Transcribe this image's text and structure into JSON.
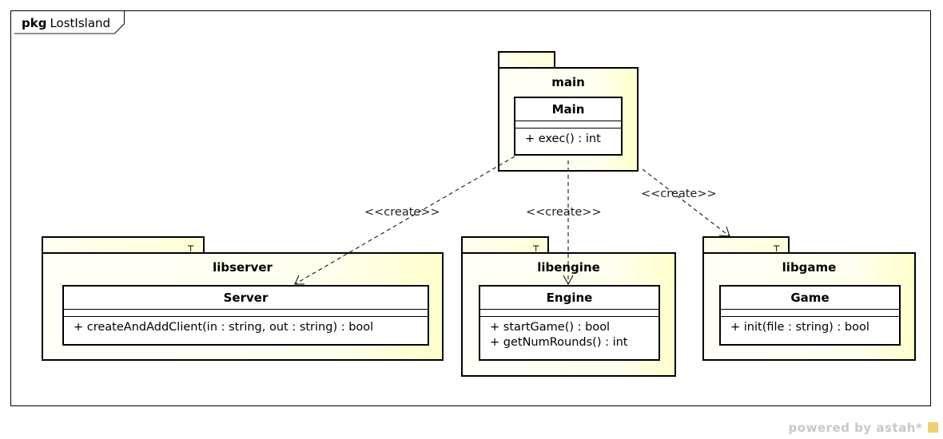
{
  "frame": {
    "keyword": "pkg",
    "name": "LostIsland"
  },
  "packages": {
    "main": {
      "name": "main",
      "class": {
        "name": "Main",
        "operations": [
          "+ exec() : int"
        ]
      }
    },
    "libserver": {
      "name": "libserver",
      "class": {
        "name": "Server",
        "operations": [
          "+ createAndAddClient(in : string, out : string) : bool"
        ]
      }
    },
    "libengine": {
      "name": "libengine",
      "class": {
        "name": "Engine",
        "operations": [
          "+ startGame() : bool",
          "+ getNumRounds() : int"
        ]
      }
    },
    "libgame": {
      "name": "libgame",
      "class": {
        "name": "Game",
        "operations": [
          "+ init(file : string) : bool"
        ]
      }
    }
  },
  "dependencies": [
    {
      "label": "<<create>>",
      "from": "main",
      "to": "libserver.Server"
    },
    {
      "label": "<<create>>",
      "from": "main",
      "to": "libengine.Engine"
    },
    {
      "label": "<<create>>",
      "from": "main",
      "to": "libgame"
    }
  ],
  "footer": {
    "powered": "powered by astah*"
  },
  "colors": {
    "package_fill": "#ffffe0",
    "line": "#000000",
    "footer": "#c8c8c8"
  },
  "icons": {
    "subsystem": "fork-icon",
    "footer_logo": "astah-logo-icon"
  }
}
